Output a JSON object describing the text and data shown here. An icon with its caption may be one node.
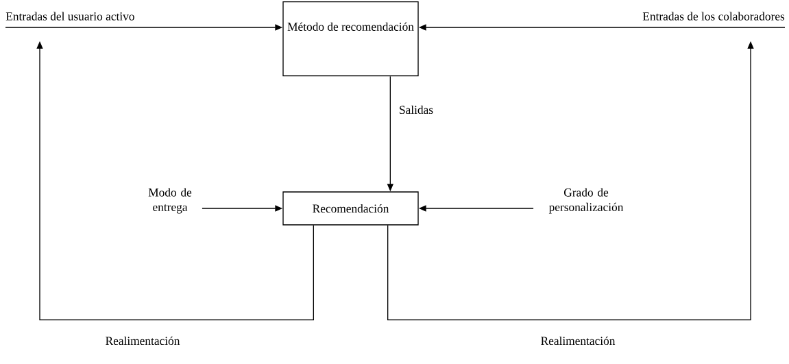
{
  "diagram": {
    "nodes": [
      {
        "text": [
          "Método de recomendación"
        ]
      },
      {
        "text": [
          "Recomendación"
        ]
      },
      {
        "text": [
          "Entradas del usuario activo"
        ]
      },
      {
        "text": [
          "Modo de entrega"
        ]
      },
      {
        "text": [
          "Grado de personalización"
        ]
      },
      {
        "text": [
          "Entradas de los colaboradores"
        ]
      }
    ],
    "edges": [
      {
        "from": 2,
        "to": 0,
        "arrow": "to"
      },
      {
        "from": 5,
        "to": 0,
        "arrow": "to"
      },
      {
        "from": 0,
        "to": 1,
        "arrow": "to",
        "label": "Salidas"
      },
      {
        "from": 3,
        "to": 1,
        "arrow": "to"
      },
      {
        "from": 4,
        "to": 1,
        "arrow": "to"
      },
      {
        "from": 1,
        "to": 2,
        "arrow": "to",
        "label": "Realimentación"
      },
      {
        "from": 1,
        "to": 5,
        "arrow": "to",
        "label": "Realimentación"
      }
    ]
  }
}
